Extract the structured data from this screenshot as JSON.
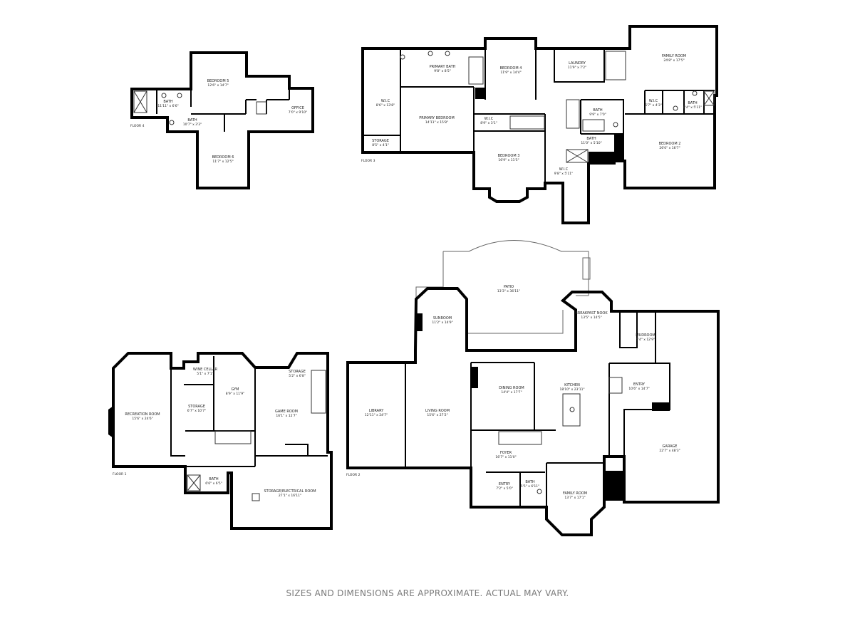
{
  "disclaimer": "SIZES AND DIMENSIONS ARE APPROXIMATE. ACTUAL MAY VARY.",
  "floors": {
    "floor4": {
      "label": "FLOOR 4",
      "rooms": [
        {
          "key": "bedroom5",
          "name": "BEDROOM 5",
          "dims": "12'6\" x 14'7\""
        },
        {
          "key": "bath",
          "name": "BATH",
          "dims": "11'11\" x 6'6\""
        },
        {
          "key": "bath2",
          "name": "BATH",
          "dims": "10'7\" x 3'3\""
        },
        {
          "key": "office",
          "name": "OFFICE",
          "dims": "7'0\" x 9'10\""
        },
        {
          "key": "bedroom6",
          "name": "BEDROOM 6",
          "dims": "11'7\" x 12'5\""
        }
      ]
    },
    "floor3": {
      "label": "FLOOR 3",
      "rooms": [
        {
          "key": "primary_bath",
          "name": "PRIMARY BATH",
          "dims": "9'8\" x 8'5\""
        },
        {
          "key": "wic",
          "name": "W.I.C",
          "dims": "8'6\" x 13'8\""
        },
        {
          "key": "storage",
          "name": "STORAGE",
          "dims": "8'5\" x 4'1\""
        },
        {
          "key": "primary_bedroom",
          "name": "PRIMARY BEDROOM",
          "dims": "14'11\" x 15'8\""
        },
        {
          "key": "bedroom4",
          "name": "BEDROOM 4",
          "dims": "11'9\" x 14'4\""
        },
        {
          "key": "laundry",
          "name": "LAUNDRY",
          "dims": "11'9\" x 7'2\""
        },
        {
          "key": "family_room",
          "name": "FAMILY ROOM",
          "dims": "24'8\" x 17'5\""
        },
        {
          "key": "wic2",
          "name": "W.I.C",
          "dims": "8'9\" x 3'1\""
        },
        {
          "key": "bath_a",
          "name": "BATH",
          "dims": "9'9\" x 7'0\""
        },
        {
          "key": "bath_b",
          "name": "BATH",
          "dims": "11'0\" x 5'10\""
        },
        {
          "key": "wic3",
          "name": "W.I.C",
          "dims": "5'7\" x 4'3\""
        },
        {
          "key": "bath_c",
          "name": "BATH",
          "dims": "8'4\" x 5'11\""
        },
        {
          "key": "bedroom3",
          "name": "BEDROOM 3",
          "dims": "16'9\" x 11'5\""
        },
        {
          "key": "wic4",
          "name": "W.I.C",
          "dims": "9'8\" x 5'11\""
        },
        {
          "key": "bedroom2",
          "name": "BEDROOM 2",
          "dims": "26'0\" x 16'7\""
        }
      ]
    },
    "floor2": {
      "label": "FLOOR 2",
      "rooms": [
        {
          "key": "patio",
          "name": "PATIO",
          "dims": "13'3\" x 36'11\""
        },
        {
          "key": "sunroom",
          "name": "SUNROOM",
          "dims": "11'2\" x 14'9\""
        },
        {
          "key": "breakfast_nook",
          "name": "BREAKFAST NOOK",
          "dims": "13'5\" x 14'5\""
        },
        {
          "key": "mudroom",
          "name": "MUDROOM",
          "dims": "5'4\" x 12'9\""
        },
        {
          "key": "library",
          "name": "LIBRARY",
          "dims": "12'11\" x 24'7\""
        },
        {
          "key": "living_room",
          "name": "LIVING ROOM",
          "dims": "15'6\" x 27'2\""
        },
        {
          "key": "dining_room",
          "name": "DINING ROOM",
          "dims": "14'4\" x 17'7\""
        },
        {
          "key": "kitchen",
          "name": "KITCHEN",
          "dims": "18'10\" x 23'11\""
        },
        {
          "key": "entry",
          "name": "ENTRY",
          "dims": "10'6\" x 14'7\""
        },
        {
          "key": "garage",
          "name": "GARAGE",
          "dims": "22'7\" x 48'3\""
        },
        {
          "key": "foyer",
          "name": "FOYER",
          "dims": "16'7\" x 11'0\""
        },
        {
          "key": "entry2",
          "name": "ENTRY",
          "dims": "7'2\" x 5'0\""
        },
        {
          "key": "bath",
          "name": "BATH",
          "dims": "5'5\" x 6'11\""
        },
        {
          "key": "family_room",
          "name": "FAMILY ROOM",
          "dims": "13'7\" x 17'1\""
        }
      ]
    },
    "floor1": {
      "label": "FLOOR 1",
      "rooms": [
        {
          "key": "recreation_room",
          "name": "RECREATION ROOM",
          "dims": "15'6\" x 24'6\""
        },
        {
          "key": "wine_cellar",
          "name": "WINE CELLAR",
          "dims": "5'1\" x 7'1\""
        },
        {
          "key": "storage",
          "name": "STORAGE",
          "dims": "6'7\" x 10'7\""
        },
        {
          "key": "gym",
          "name": "GYM",
          "dims": "8'9\" x 11'9\""
        },
        {
          "key": "game_room",
          "name": "GAME ROOM",
          "dims": "16'1\" x 12'7\""
        },
        {
          "key": "storage2",
          "name": "STORAGE",
          "dims": "5'2\" x 6'8\""
        },
        {
          "key": "bath",
          "name": "BATH",
          "dims": "6'6\" x 6'5\""
        },
        {
          "key": "storage_electrical",
          "name": "STORAGE/ELECTRICAL ROOM",
          "dims": "27'1\" x 16'11\""
        }
      ]
    }
  }
}
